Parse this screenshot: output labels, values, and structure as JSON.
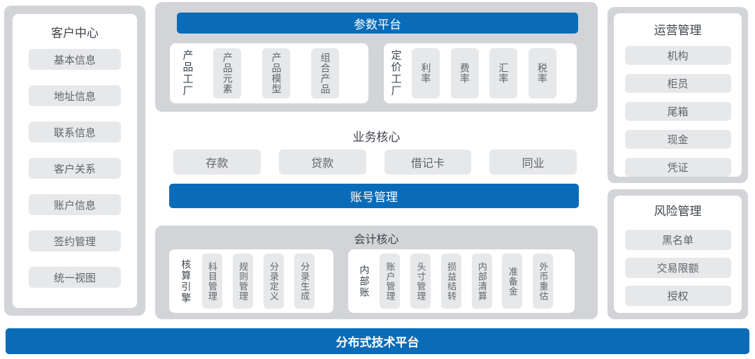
{
  "palette": {
    "accent_blue": "#0a6cb8",
    "panel_gray": "#d2d4d7",
    "chip_gray": "#e7e8ea",
    "title_text": "#3f444b",
    "chip_text": "#60646a",
    "bar_text": "#ffffff"
  },
  "customer_center": {
    "title": "客户中心",
    "items": [
      "基本信息",
      "地址信息",
      "联系信息",
      "客户关系",
      "账户信息",
      "签约管理",
      "统一视图"
    ]
  },
  "param_platform": {
    "title": "参数平台",
    "groups": [
      {
        "label": "产品工厂",
        "items": [
          "产品元素",
          "产品模型",
          "组合产品"
        ]
      },
      {
        "label": "定价工厂",
        "items": [
          "利率",
          "费率",
          "汇率",
          "税率"
        ]
      }
    ]
  },
  "business_core": {
    "title": "业务核心",
    "items": [
      "存款",
      "贷款",
      "借记卡",
      "同业"
    ]
  },
  "account_management_bar": {
    "label": "账号管理"
  },
  "accounting_core": {
    "title": "会计核心",
    "groups": [
      {
        "label": "核算引擎",
        "items": [
          "科目管理",
          "规则管理",
          "分录定义",
          "分录生成"
        ]
      },
      {
        "label": "内部账",
        "items": [
          "账户管理",
          "头寸管理",
          "损益结转",
          "内部清算",
          "准备金",
          "外币重估"
        ]
      }
    ]
  },
  "operations_management": {
    "title": "运营管理",
    "items": [
      "机构",
      "柜员",
      "尾箱",
      "现金",
      "凭证"
    ]
  },
  "risk_management": {
    "title": "风险管理",
    "items": [
      "黑名单",
      "交易限额",
      "授权"
    ]
  },
  "tech_platform_bar": {
    "label": "分布式技术平台"
  }
}
